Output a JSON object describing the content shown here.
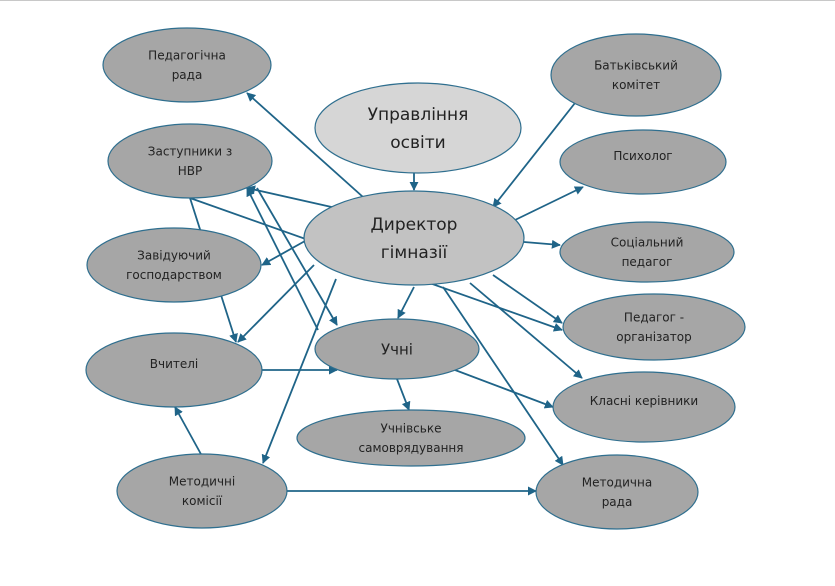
{
  "diagram": {
    "title": "",
    "colors": {
      "primary_fill": "#c2c2c2",
      "top_fill": "#d6d6d6",
      "secondary_fill": "#a6a6a6",
      "stroke": "#2f6f8f",
      "edge": "#1f6488",
      "text": "#222222"
    },
    "nodes": [
      {
        "id": "upravlinnia",
        "lines": [
          "Управління",
          "освіти"
        ],
        "kind": "top"
      },
      {
        "id": "dyrektor",
        "lines": [
          "Директор",
          "гімназії"
        ],
        "kind": "primary"
      },
      {
        "id": "ped_rada",
        "lines": [
          "Педагогічна",
          "рада"
        ],
        "kind": "secondary"
      },
      {
        "id": "zastupnyky",
        "lines": [
          "Заступники з",
          "НВР"
        ],
        "kind": "secondary"
      },
      {
        "id": "zav_gosp",
        "lines": [
          "Завідуючий",
          "господарством"
        ],
        "kind": "secondary"
      },
      {
        "id": "vchyteli",
        "lines": [
          "Вчителі"
        ],
        "kind": "secondary"
      },
      {
        "id": "metod_komisii",
        "lines": [
          "Методичні",
          "комісії"
        ],
        "kind": "secondary"
      },
      {
        "id": "uchni",
        "lines": [
          "Учні"
        ],
        "kind": "secondary-large"
      },
      {
        "id": "samovriaduvannia",
        "lines": [
          "Учнівське",
          "самоврядування"
        ],
        "kind": "secondary"
      },
      {
        "id": "batk_komitet",
        "lines": [
          "Батьківський",
          "комітет"
        ],
        "kind": "secondary"
      },
      {
        "id": "psykholoh",
        "lines": [
          "Психолог"
        ],
        "kind": "secondary"
      },
      {
        "id": "sots_pedahoh",
        "lines": [
          "Соціальний",
          "педагог"
        ],
        "kind": "secondary"
      },
      {
        "id": "ped_orhanizator",
        "lines": [
          "Педагог -",
          "організатор"
        ],
        "kind": "secondary"
      },
      {
        "id": "klasni_kerivnyky",
        "lines": [
          "Класні керівники"
        ],
        "kind": "secondary"
      },
      {
        "id": "metod_rada",
        "lines": [
          "Методична",
          "рада"
        ],
        "kind": "secondary"
      }
    ],
    "edges": [
      {
        "from": "upravlinnia",
        "to": "dyrektor"
      },
      {
        "from": "batk_komitet",
        "to": "dyrektor"
      },
      {
        "from": "dyrektor",
        "to": "ped_rada"
      },
      {
        "from": "dyrektor",
        "to": "zastupnyky"
      },
      {
        "from": "dyrektor",
        "to": "zav_gosp"
      },
      {
        "from": "dyrektor",
        "to": "vchyteli"
      },
      {
        "from": "dyrektor",
        "to": "metod_komisii"
      },
      {
        "from": "dyrektor",
        "to": "uchni"
      },
      {
        "from": "dyrektor",
        "to": "psykholoh"
      },
      {
        "from": "dyrektor",
        "to": "sots_pedahoh"
      },
      {
        "from": "dyrektor",
        "to": "ped_orhanizator"
      },
      {
        "from": "dyrektor",
        "to": "klasni_kerivnyky"
      },
      {
        "from": "dyrektor",
        "to": "metod_rada"
      },
      {
        "from": "zastupnyky",
        "to": "vchyteli"
      },
      {
        "from": "zastupnyky",
        "to": "ped_orhanizator"
      },
      {
        "from": "uchni",
        "to": "zastupnyky"
      },
      {
        "from": "zastupnyky",
        "to": "uchni"
      },
      {
        "from": "vchyteli",
        "to": "uchni"
      },
      {
        "from": "metod_komisii",
        "to": "vchyteli"
      },
      {
        "from": "metod_komisii",
        "to": "metod_rada"
      },
      {
        "from": "uchni",
        "to": "samovriaduvannia"
      },
      {
        "from": "uchni",
        "to": "klasni_kerivnyky"
      }
    ]
  }
}
